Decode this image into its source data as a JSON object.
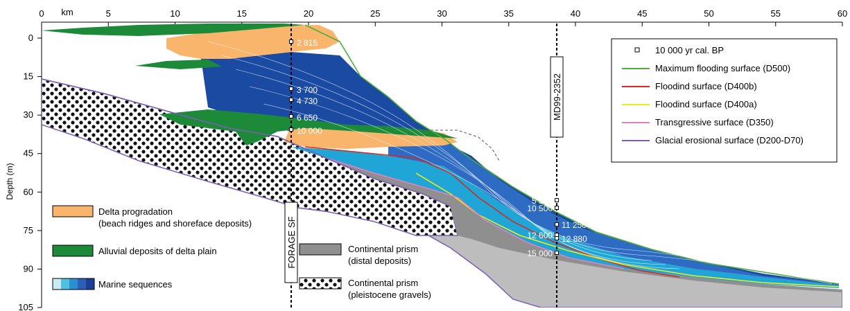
{
  "axes": {
    "x_unit": "km",
    "x_ticks": [
      "0",
      "5",
      "10",
      "15",
      "20",
      "25",
      "30",
      "35",
      "40",
      "45",
      "50",
      "55",
      "60"
    ],
    "y_label": "Depth (m)",
    "y_ticks": [
      "0",
      "15",
      "30",
      "45",
      "60",
      "75",
      "90",
      "105"
    ],
    "x_range": [
      0,
      60
    ],
    "y_range": [
      0,
      105
    ]
  },
  "cores": [
    {
      "label": "FORAGE SF",
      "km": 18.7
    },
    {
      "label": "MD99-2352",
      "km": 38.6
    }
  ],
  "dates": {
    "forage": [
      "2 815",
      "3 700",
      "4 730",
      "6 650",
      "10 000"
    ],
    "md99": [
      "5 500",
      "10 500",
      "11 250",
      "12 600",
      "12 880",
      "15 000"
    ]
  },
  "legend_right": [
    {
      "label": "10 000 yr cal. BP",
      "symbol": "square"
    },
    {
      "label": "Maximum flooding surface (D500)",
      "color": "#4daf3a"
    },
    {
      "label": "Floodind surface (D400b)",
      "color": "#d42a1f"
    },
    {
      "label": "Floodind surface (D400a)",
      "color": "#f2ea12"
    },
    {
      "label": "Transgressive surface (D350)",
      "color": "#e47fc4"
    },
    {
      "label": "Glacial erosional surface (D200-D70)",
      "color": "#7a5fb3"
    }
  ],
  "legend_left": [
    {
      "line1": "Delta progradation",
      "line2": "(beach ridges and shoreface deposits)",
      "color": "#f9b56b"
    },
    {
      "line1": "Alluvial deposits of delta plain",
      "line2": "",
      "color": "#1d8a3a"
    },
    {
      "line1": "Marine sequences",
      "line2": "",
      "colors": [
        "#c9ecf5",
        "#4fc0e0",
        "#2a8fd0",
        "#2e5fb6",
        "#1b3f96"
      ]
    }
  ],
  "legend_mid": [
    {
      "line1": "Continental prism",
      "line2": "(distal deposits)",
      "color": "#8f8f8f"
    },
    {
      "line1": "Continental prism",
      "line2": "(pleistocene gravels)",
      "pattern": "gravel"
    }
  ],
  "colors": {
    "orange": "#f9b56b",
    "green": "#1d8a3a",
    "dark_blue": "#1b4aa3",
    "mid_blue": "#2e6cc4",
    "cyan": "#1fa6d6",
    "grey_distal": "#8f8f8f",
    "grey_light": "#bdbdbd",
    "pink": "#e47fc4",
    "purple": "#7a5fb3"
  }
}
